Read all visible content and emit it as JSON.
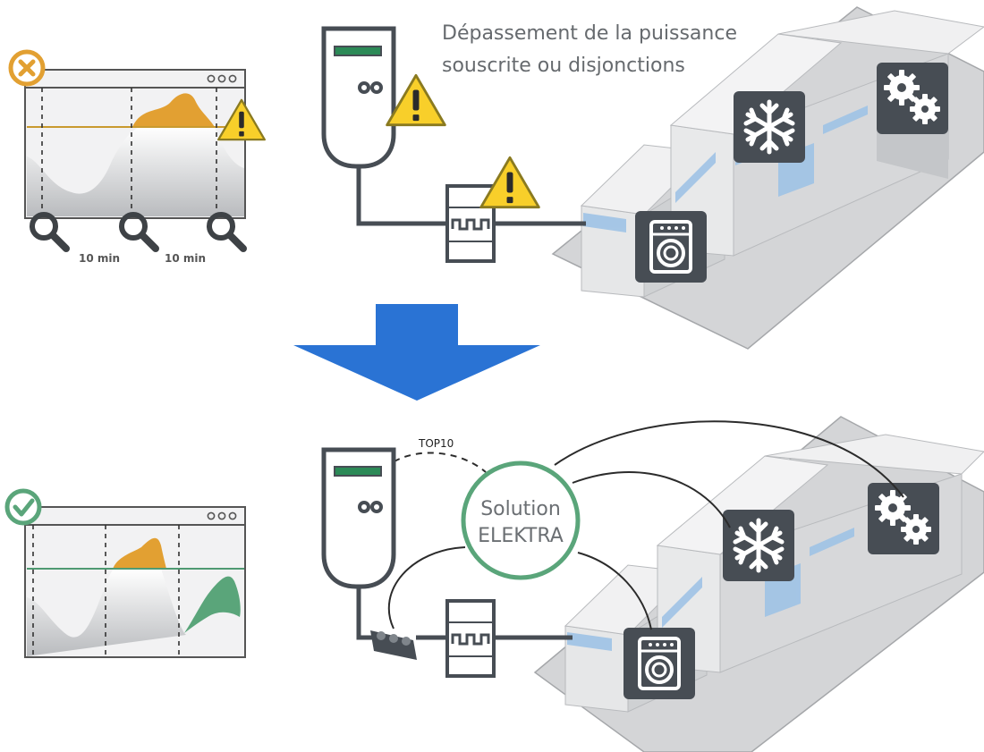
{
  "top": {
    "warning_text_line1": "Dépassement de la puissance",
    "warning_text_line2": "souscrite ou disjonctions",
    "interval_1": "10 min",
    "interval_2": "10 min"
  },
  "bottom": {
    "top10_label": "TOP10",
    "solution_line1": "Solution",
    "solution_line2": "ELEKTRA"
  },
  "colors": {
    "orange": "#e2a032",
    "green": "#5aa57a",
    "dark_icon": "#474d54",
    "arrow_blue": "#2a73d4",
    "warning_yellow": "#f8cf2a",
    "status_bad": "#e2a032",
    "status_good": "#5aa57a"
  },
  "icons": [
    "close-circle-icon",
    "check-circle-icon",
    "magnifier-icon",
    "warning-icon",
    "snowflake-icon",
    "gears-icon",
    "washing-machine-icon",
    "down-arrow-icon",
    "electric-meter-icon",
    "breaker-panel-icon",
    "sensor-clamp-icon"
  ]
}
